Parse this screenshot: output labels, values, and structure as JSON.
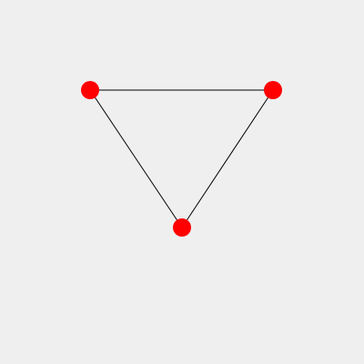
{
  "colors": {
    "background": "#efefef",
    "node": "#ff0000",
    "edge": "#000000"
  },
  "graph": {
    "nodes": [
      {
        "id": "a"
      },
      {
        "id": "b"
      },
      {
        "id": "c"
      }
    ],
    "edges": [
      {
        "from": "a",
        "to": "b"
      },
      {
        "from": "b",
        "to": "c"
      },
      {
        "from": "c",
        "to": "a"
      }
    ]
  }
}
